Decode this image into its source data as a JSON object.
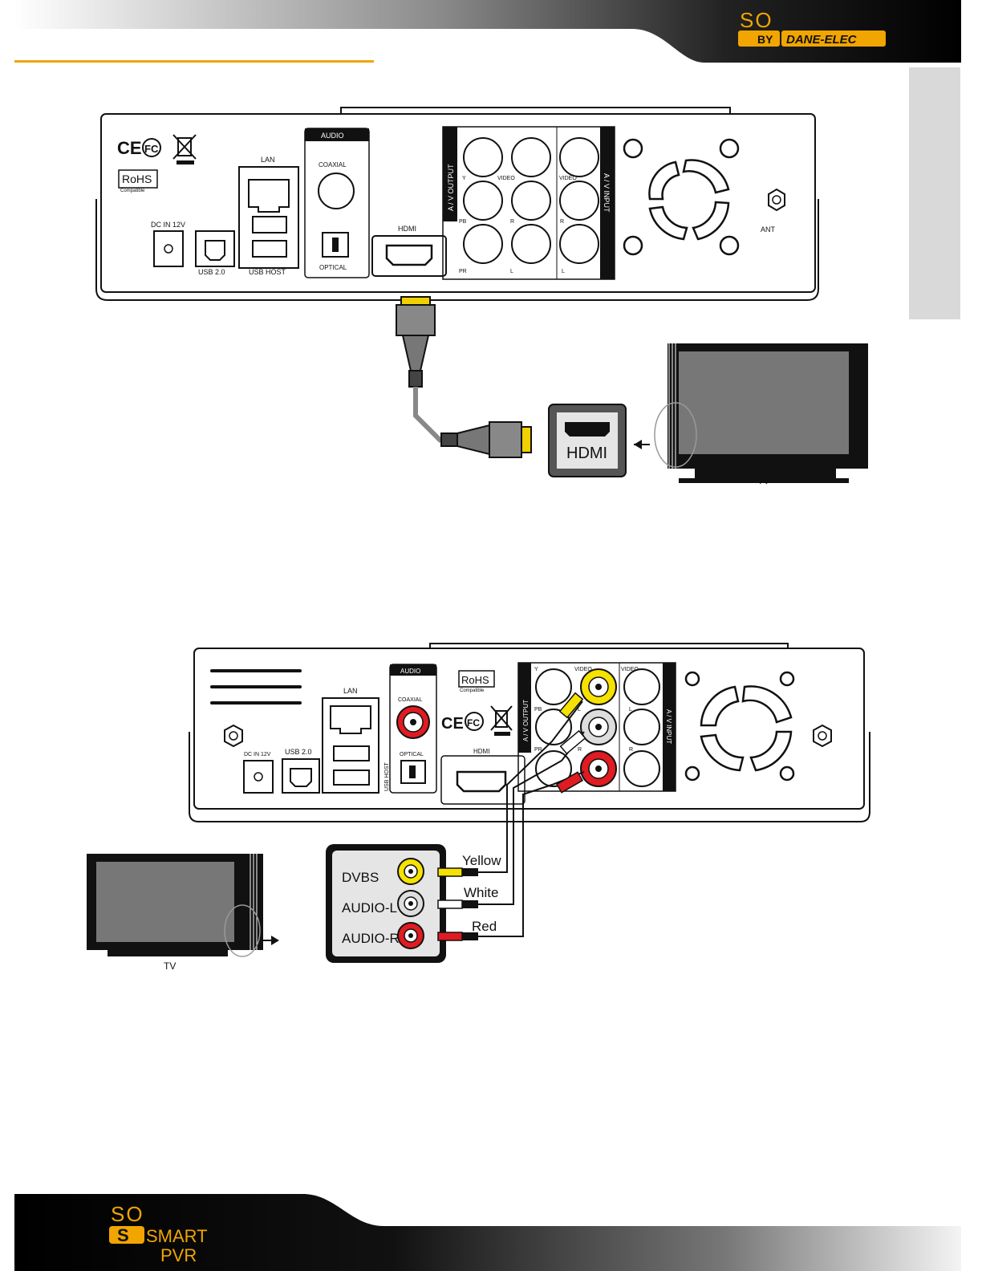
{
  "header": {
    "brand_top": "SO",
    "brand_by": "BY",
    "brand_name": "DANE-ELEC"
  },
  "footer": {
    "logo_so": "SO",
    "logo_smart": "SMART",
    "logo_s": "S",
    "logo_pvr": "PVR"
  },
  "figure1": {
    "labels": {
      "lan": "LAN",
      "audio": "AUDIO",
      "coaxial": "COAXIAL",
      "optical": "OPTICAL",
      "hdmi_port": "HDMI",
      "dc_in": "DC IN 12V",
      "usb20": "USB 2.0",
      "usb_host": "USB HOST",
      "av_output": "A / V OUTPUT",
      "av_input": "A / V INPUT",
      "y": "Y",
      "video": "VIDEO",
      "video_in": "VIDEO",
      "pb": "PB",
      "r": "R",
      "r_in": "R",
      "pr": "PR",
      "l": "L",
      "l_in": "L",
      "ant": "ANT",
      "rohs": "RoHS",
      "rohs_sub": "Compatible",
      "ce": "CE",
      "fc": "FC",
      "hdmi_tv": "HDMI",
      "tv": "TV"
    }
  },
  "figure2": {
    "labels": {
      "lan": "LAN",
      "audio": "AUDIO",
      "coaxial": "COAXIAL",
      "optical": "OPTICAL",
      "hdmi_port": "HDMI",
      "dc_in": "DC IN 12V",
      "usb20": "USB 2.0",
      "usb_host": "USB HOST",
      "av_output": "A / V OUTPUT",
      "av_input": "A / V INPUT",
      "y": "Y",
      "video": "VIDEO",
      "video_in": "VIDEO",
      "pb": "PB",
      "l": "L",
      "l_in": "L",
      "pr": "PR",
      "r": "R",
      "r_in": "R",
      "rohs": "RoHS",
      "rohs_sub": "Compatible",
      "ce": "CE",
      "fc": "FC",
      "dvbs": "DVBS",
      "audio_l": "AUDIO-L",
      "audio_r": "AUDIO-R",
      "yellow": "Yellow",
      "white": "White",
      "red": "Red",
      "tv": "TV"
    },
    "colors": {
      "yellow": "#f5e200",
      "white": "#ffffff",
      "red": "#e01b22"
    }
  },
  "colors": {
    "accent": "#f0a500",
    "dark": "#111111",
    "tab": "#d9d9d9"
  }
}
